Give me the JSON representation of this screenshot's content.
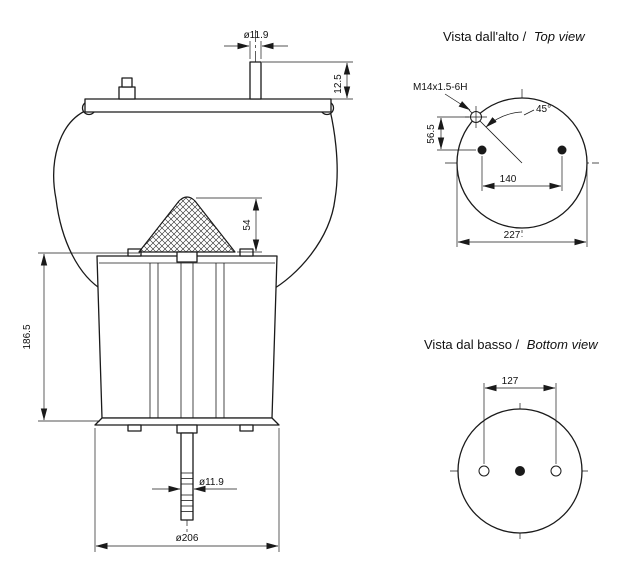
{
  "colors": {
    "background": "#ffffff",
    "line": "#1a1a1a"
  },
  "side_view": {
    "dims": {
      "top_stud_diameter": "ø11.9",
      "top_plate_offset": "12.5",
      "bumper_height": "54",
      "assembly_height": "186.5",
      "bottom_stud_diameter": "ø11.9",
      "base_diameter": "ø206"
    }
  },
  "top_view": {
    "title_prefix": "Vista dall'alto /",
    "title_suffix": "Top view",
    "thread_callout": "M14x1.5-6H",
    "angle_label": "45°",
    "hole_offset": "56.5",
    "stud_spacing": "140",
    "plate_diameter": "227"
  },
  "bottom_view": {
    "title_prefix": "Vista dal basso /",
    "title_suffix": "Bottom view",
    "hole_spacing": "127"
  }
}
